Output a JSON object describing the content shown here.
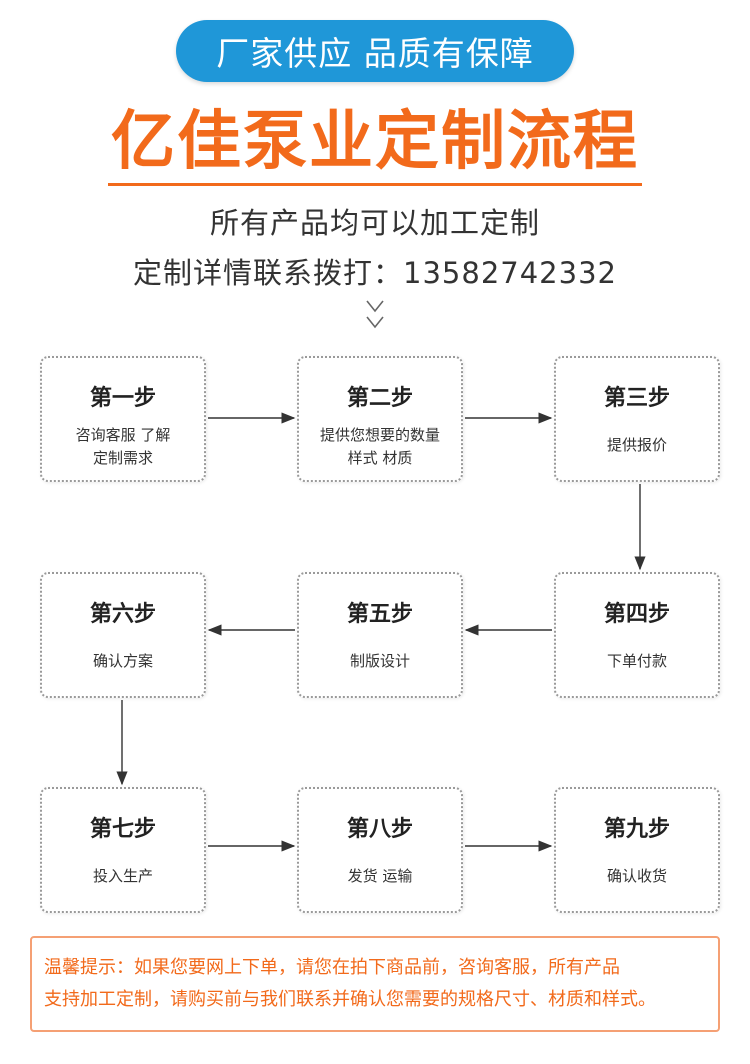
{
  "badge": "厂家供应 品质有保障",
  "title": "亿佳泵业定制流程",
  "subtitle_line1": "所有产品均可以加工定制",
  "subtitle_line2": "定制详情联系拨打：13582742332",
  "steps": [
    {
      "title": "第一步",
      "desc1": "咨询客服 了解",
      "desc2": "定制需求"
    },
    {
      "title": "第二步",
      "desc1": "提供您想要的数量",
      "desc2": "样式 材质"
    },
    {
      "title": "第三步",
      "desc1": "提供报价"
    },
    {
      "title": "第四步",
      "desc1": "下单付款"
    },
    {
      "title": "第五步",
      "desc1": "制版设计"
    },
    {
      "title": "第六步",
      "desc1": "确认方案"
    },
    {
      "title": "第七步",
      "desc1": "投入生产"
    },
    {
      "title": "第八步",
      "desc1": "发货 运输"
    },
    {
      "title": "第九步",
      "desc1": "确认收货"
    }
  ],
  "notice_line1": "温馨提示：如果您要网上下单，请您在拍下商品前，咨询客服，所有产品",
  "notice_line2": "支持加工定制，请购买前与我们联系并确认您需要的规格尺寸、材质和样式。",
  "colors": {
    "brand_blue": "#1f97d8",
    "accent_orange": "#f26a1b"
  }
}
